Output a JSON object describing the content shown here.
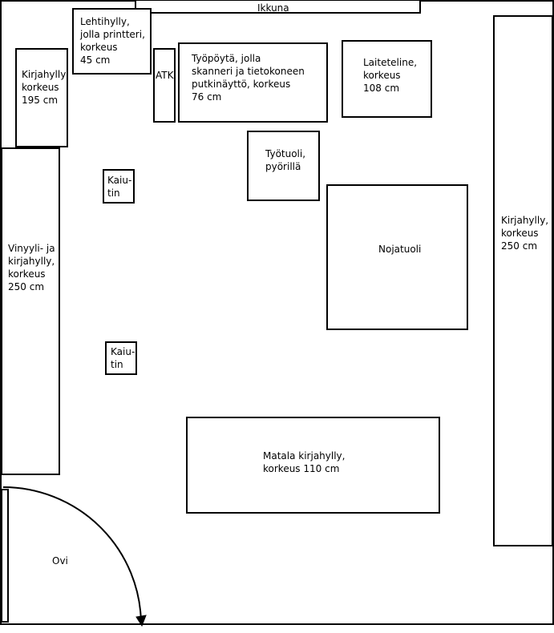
{
  "window": {
    "label": "Ikkuna"
  },
  "items": {
    "magazine_shelf": [
      "Lehtihylly,",
      "jolla printteri,",
      "korkeus",
      "45 cm"
    ],
    "bookshelf_small": [
      "Kirjahylly,",
      "korkeus",
      "195 cm"
    ],
    "computer": [
      "ATK"
    ],
    "desk": [
      "Työpöytä, jolla",
      "skanneri ja tietokoneen",
      "putkinäyttö, korkeus",
      "76 cm"
    ],
    "equipment_rack": [
      "Laiteteline,",
      "korkeus",
      "108 cm"
    ],
    "office_chair": [
      "Työtuoli,",
      "pyörillä"
    ],
    "speaker_top": [
      "Kaiu-",
      "tin"
    ],
    "speaker_bottom": [
      "Kaiu-",
      "tin"
    ],
    "armchair": [
      "Nojatuoli"
    ],
    "bookshelf_right": [
      "Kirjahylly,",
      "korkeus",
      "250 cm"
    ],
    "vinyl_shelf": [
      "Vinyyli- ja",
      "kirjahylly,",
      "korkeus",
      "250 cm"
    ],
    "low_bookshelf": [
      "Matala kirjahylly,",
      "korkeus 110 cm"
    ],
    "door": [
      "Ovi"
    ]
  }
}
